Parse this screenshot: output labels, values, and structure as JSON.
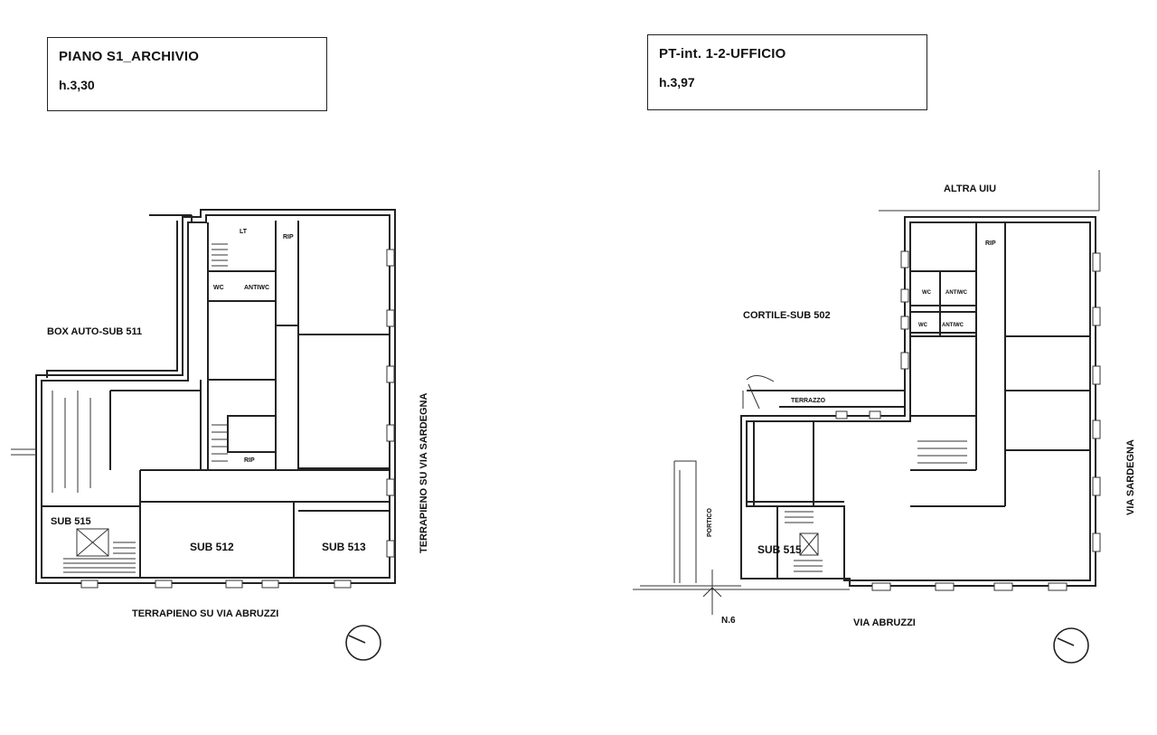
{
  "left_plan": {
    "title": "PIANO S1_ARCHIVIO",
    "height": "h.3,30",
    "labels": {
      "box_auto": "BOX AUTO-SUB 511",
      "sub515": "SUB 515",
      "sub512": "SUB 512",
      "sub513": "SUB 513",
      "terrapieno_abruzzi": "TERRAPIENO SU VIA ABRUZZI",
      "terrapieno_sardegna": "TERRAPIENO SU VIA SARDEGNA",
      "lt": "LT",
      "rip_top": "RIP",
      "wc": "WC",
      "antiwc": "ANTIWC",
      "rip_bottom": "RIP"
    }
  },
  "right_plan": {
    "title": "PT-int. 1-2-UFFICIO",
    "height": "h.3,97",
    "labels": {
      "altra_uiu": "ALTRA UIU",
      "cortile": "CORTILE-SUB 502",
      "terrazzo": "TERRAZZO",
      "portico": "PORTICO",
      "sub515": "SUB 515",
      "via_abruzzi": "VIA ABRUZZI",
      "via_sardegna": "VIA SARDEGNA",
      "n6": "N.6",
      "rip": "RIP",
      "wc1": "WC",
      "antiwc1": "ANTIWC",
      "wc2": "WC",
      "antiwc2": "ANTIWC"
    }
  }
}
